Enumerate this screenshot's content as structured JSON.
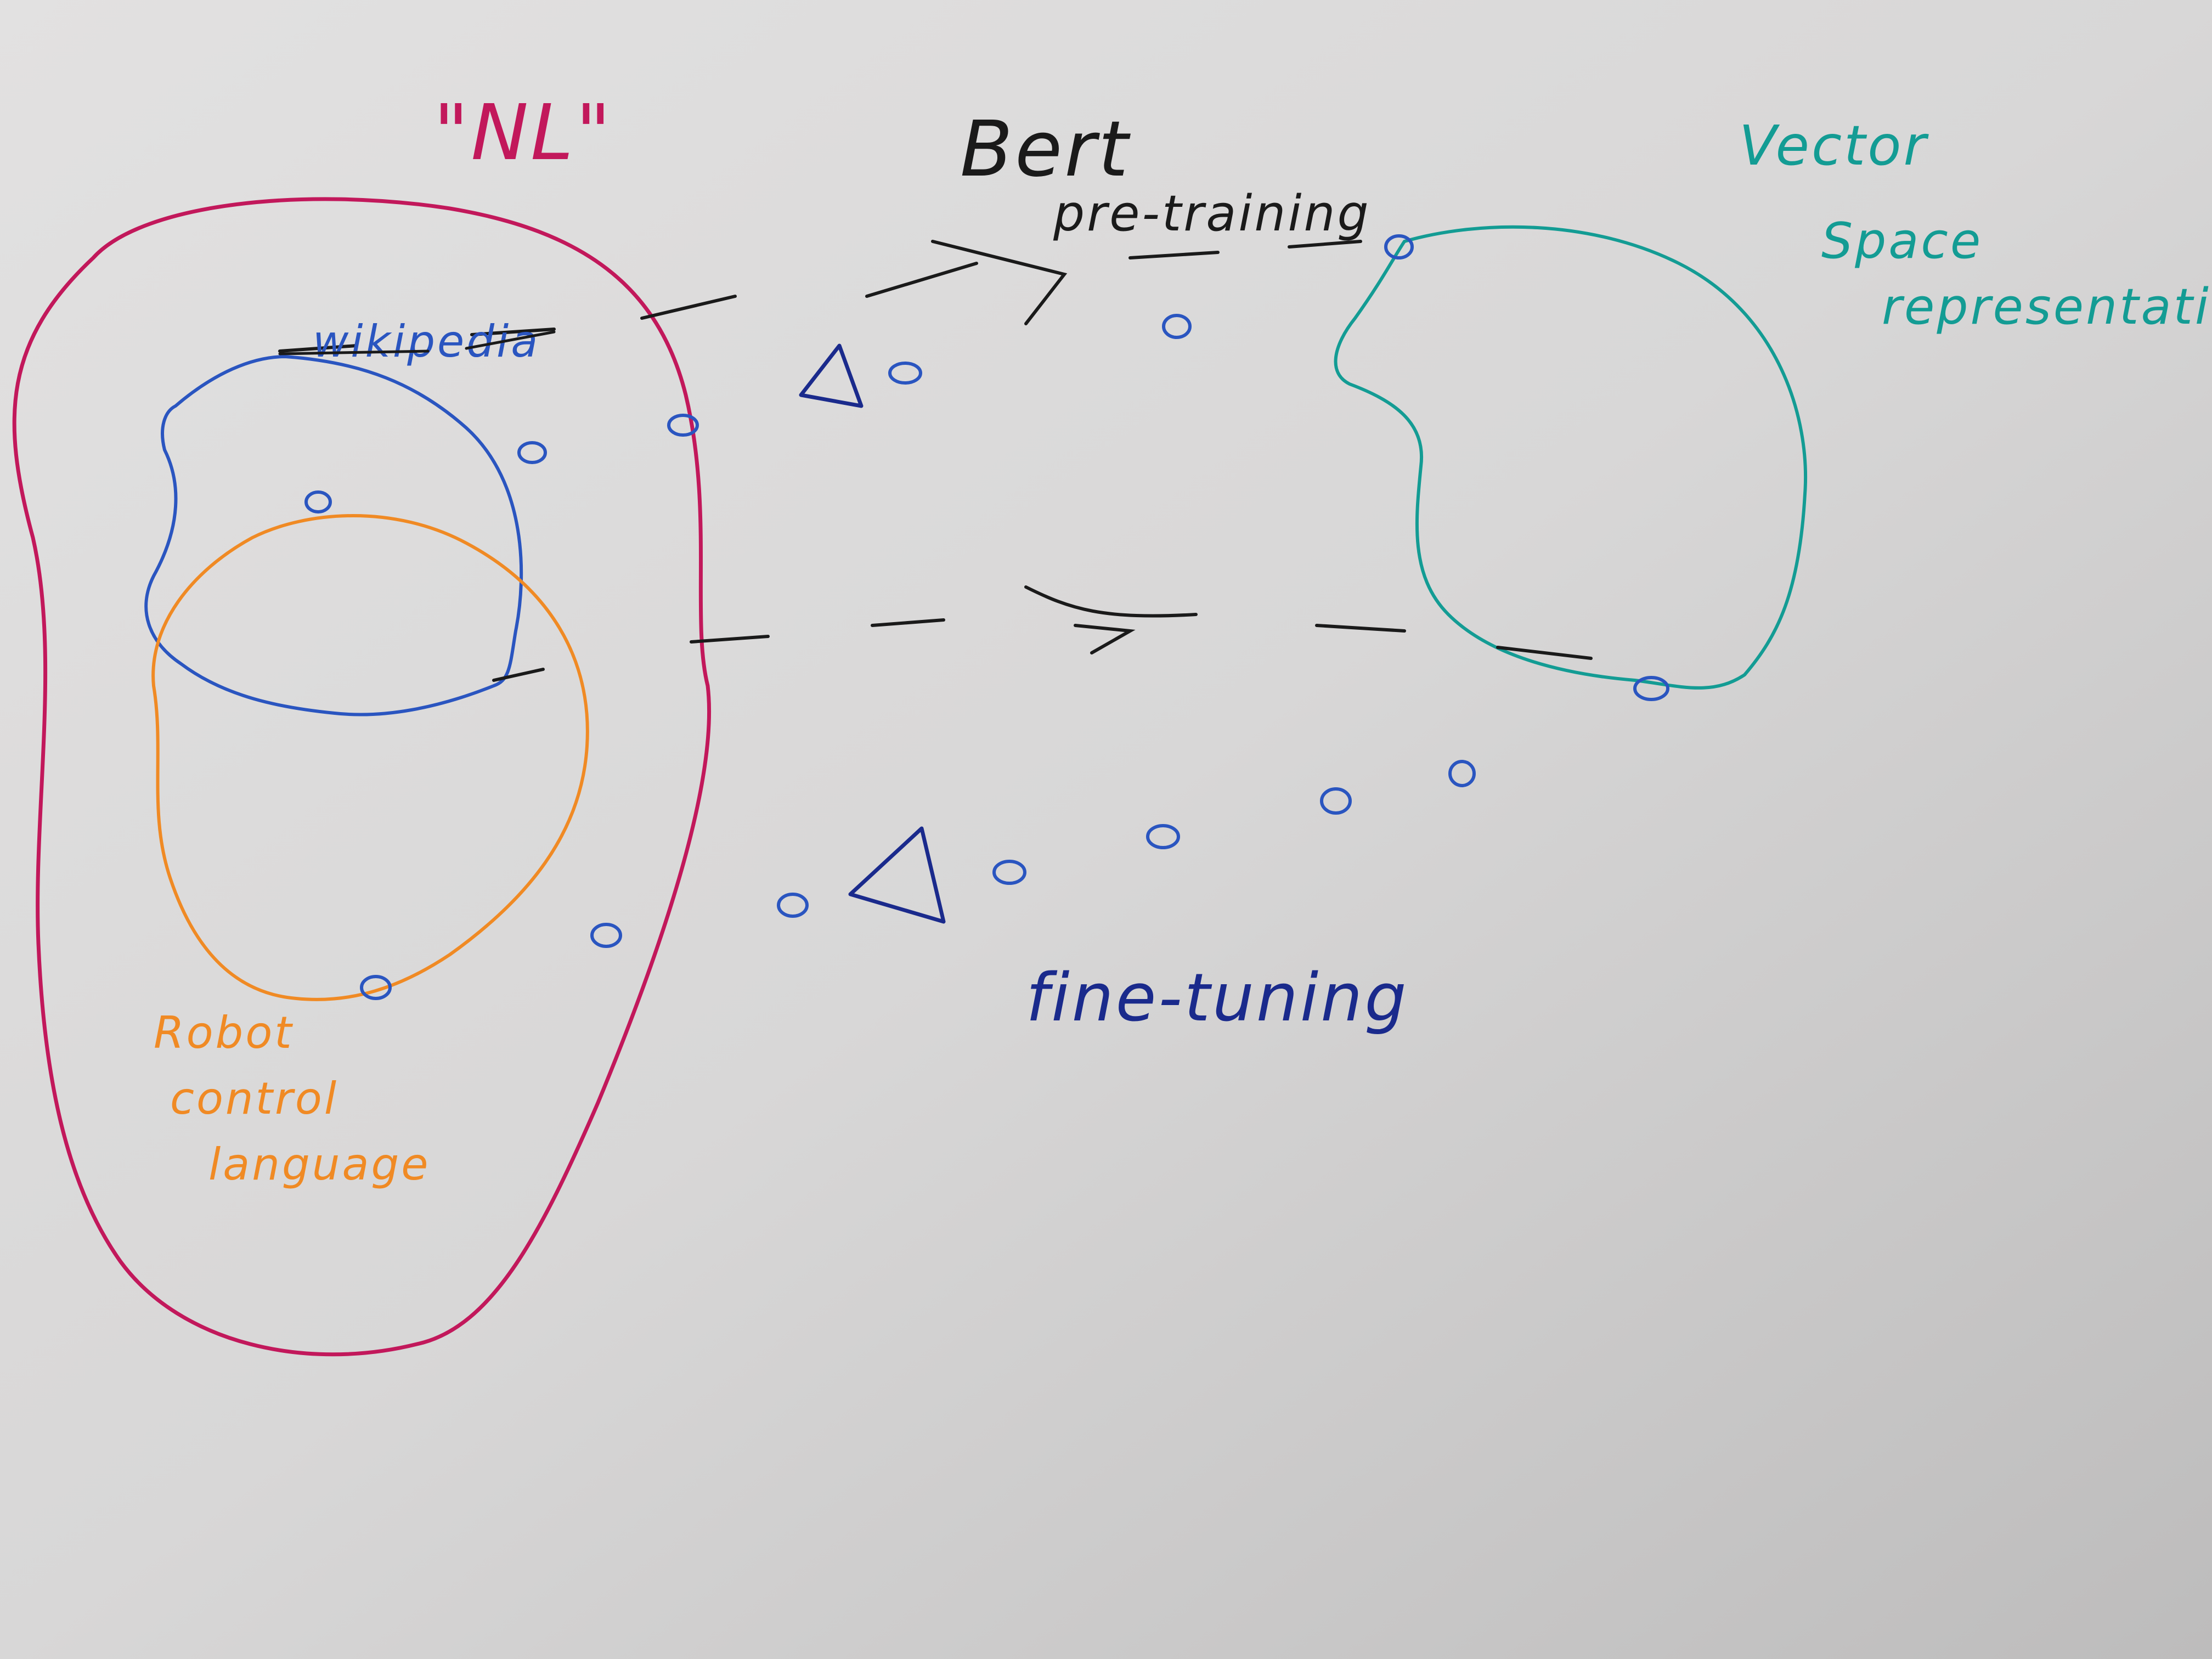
{
  "labels": {
    "nl": "\"NL\"",
    "wikipedia": "wikipedia",
    "robot_line1": "Robot",
    "robot_line2": "control",
    "robot_line3": "language",
    "bert": "Bert",
    "pretraining": "pre-training",
    "vector": "Vector",
    "space": "Space",
    "representation": "representation",
    "finetuning": "fine-tuning"
  },
  "colors": {
    "paper": "#cfcdcd",
    "nl_region": "#c2185b",
    "wikipedia_region": "#2a55c0",
    "robot_region": "#f08a24",
    "vector_region": "#139c94",
    "arrow_ink": "#1a1a1a",
    "finetune_ink": "#1a2a8c"
  },
  "icons": {
    "small_circles": "circle-icon",
    "triangle_markers": "triangle-icon"
  }
}
